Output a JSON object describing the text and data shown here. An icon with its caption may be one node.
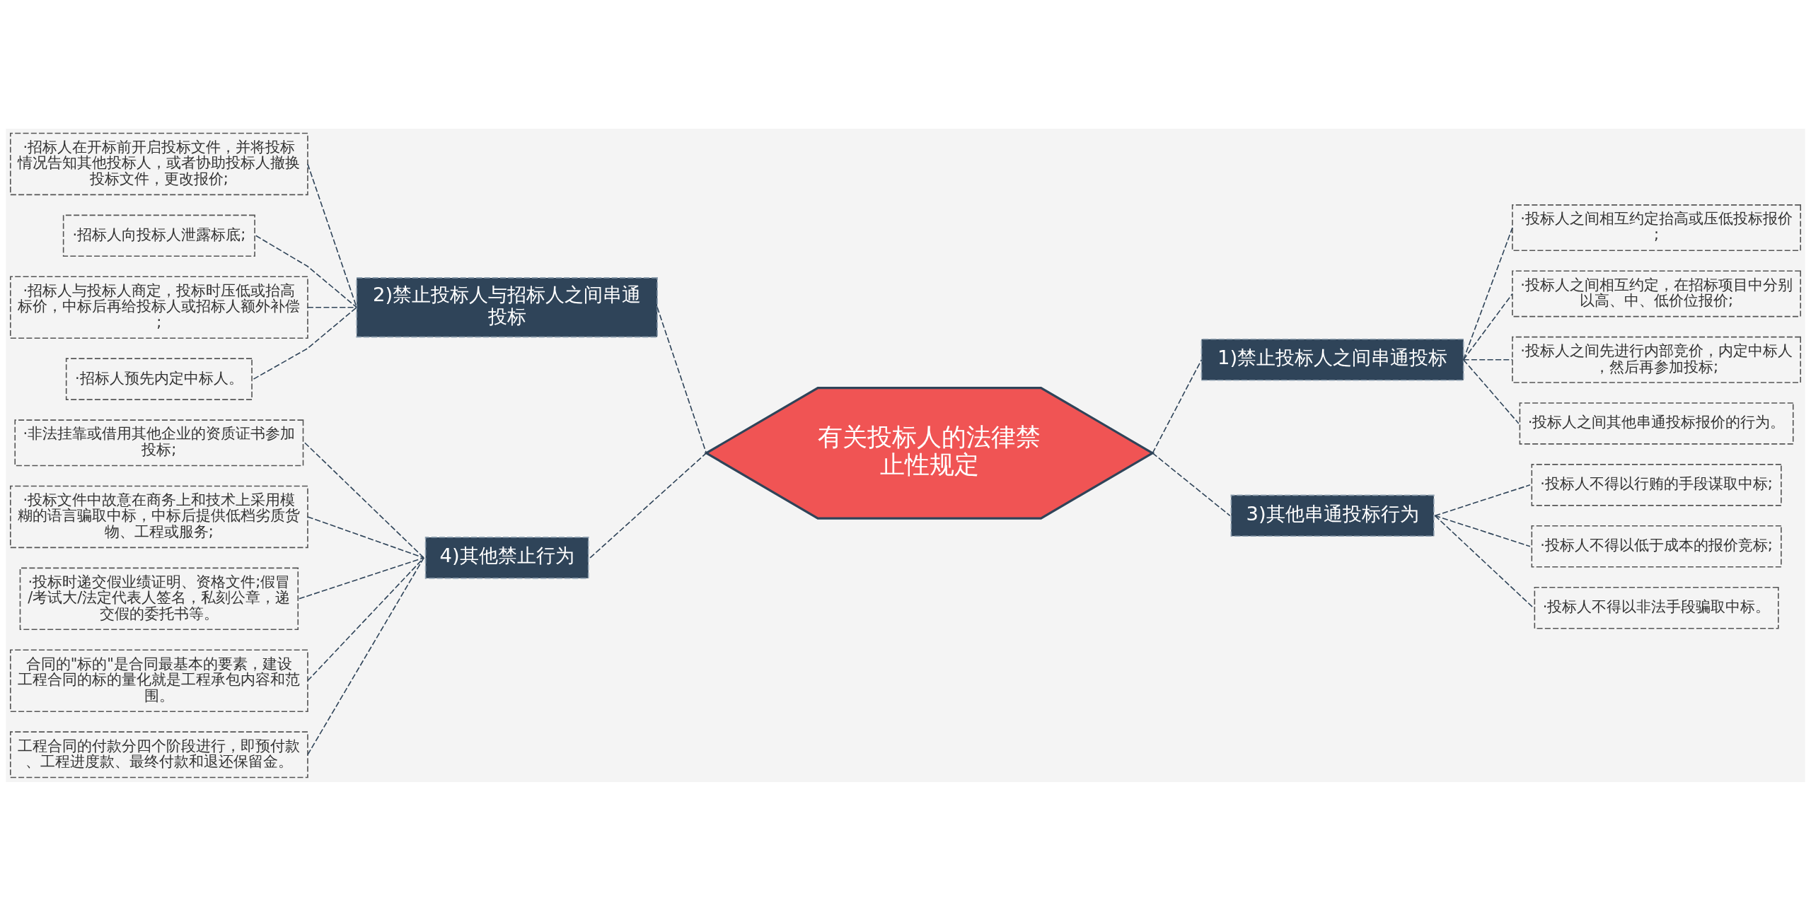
{
  "diagram": {
    "nodes": [
      {
        "text": [
          "有关投标人的法律禁止性规定"
        ]
      },
      {
        "text": [
          "1)禁止投标人之间串通投标"
        ]
      },
      {
        "text": [
          "·投标人之间相互约定抬高或压低投标报价;"
        ]
      },
      {
        "text": [
          "·投标人之间相互约定，在招标项目中分别以高、中、低价位报价;"
        ]
      },
      {
        "text": [
          "·投标人之间先进行内部竞价，内定中标人，然后再参加投标;"
        ]
      },
      {
        "text": [
          "·投标人之间其他串通投标报价的行为。"
        ]
      },
      {
        "text": [
          "3)其他串通投标行为"
        ]
      },
      {
        "text": [
          "·投标人不得以行贿的手段谋取中标;"
        ]
      },
      {
        "text": [
          "·投标人不得以低于成本的报价竞标;"
        ]
      },
      {
        "text": [
          "·投标人不得以非法手段骗取中标。"
        ]
      },
      {
        "text": [
          "2)禁止投标人与招标人之间串通投标"
        ]
      },
      {
        "text": [
          "·招标人在开标前开启投标文件，并将投标情况告知其他投标人，或者协助投标人撤换投标文件，更改报价;"
        ]
      },
      {
        "text": [
          "·招标人向投标人泄露标底;"
        ]
      },
      {
        "text": [
          "·招标人与投标人商定，投标时压低或抬高标价，中标后再给投标人或招标人额外补偿;"
        ]
      },
      {
        "text": [
          "·招标人预先内定中标人。"
        ]
      },
      {
        "text": [
          "4)其他禁止行为"
        ]
      },
      {
        "text": [
          "·非法挂靠或借用其他企业的资质证书参加投标;"
        ]
      },
      {
        "text": [
          "·投标文件中故意在商务上和技术上采用模糊的语言骗取中标，中标后提供低档劣质货物、工程或服务;"
        ]
      },
      {
        "text": [
          "·投标时递交假业绩证明、资格文件;假冒/考试大/法定代表人签名，私刻公章，递交假的委托书等。"
        ]
      },
      {
        "text": [
          "合同的\"标的\"是合同最基本的要素，建设工程合同的标的量化就是工程承包内容和范围。"
        ]
      },
      {
        "text": [
          "工程合同的付款分四个阶段进行，即预付款、工程进度款、最终付款和退还保留金。"
        ]
      }
    ],
    "edges": [
      {
        "from": 0,
        "to": 1,
        "arrow": "none",
        "style": "dashed"
      },
      {
        "from": 1,
        "to": 2,
        "arrow": "none",
        "style": "dashed"
      },
      {
        "from": 1,
        "to": 3,
        "arrow": "none",
        "style": "dashed"
      },
      {
        "from": 1,
        "to": 4,
        "arrow": "none",
        "style": "dashed"
      },
      {
        "from": 1,
        "to": 5,
        "arrow": "none",
        "style": "dashed"
      },
      {
        "from": 0,
        "to": 6,
        "arrow": "none",
        "style": "dashed"
      },
      {
        "from": 6,
        "to": 7,
        "arrow": "none",
        "style": "dashed"
      },
      {
        "from": 6,
        "to": 8,
        "arrow": "none",
        "style": "dashed"
      },
      {
        "from": 6,
        "to": 9,
        "arrow": "none",
        "style": "dashed"
      },
      {
        "from": 0,
        "to": 10,
        "arrow": "none",
        "style": "dashed"
      },
      {
        "from": 10,
        "to": 11,
        "arrow": "none",
        "style": "dashed"
      },
      {
        "from": 10,
        "to": 12,
        "arrow": "none",
        "style": "dashed"
      },
      {
        "from": 10,
        "to": 13,
        "arrow": "none",
        "style": "dashed"
      },
      {
        "from": 10,
        "to": 14,
        "arrow": "none",
        "style": "dashed"
      },
      {
        "from": 0,
        "to": 15,
        "arrow": "none",
        "style": "dashed"
      },
      {
        "from": 15,
        "to": 16,
        "arrow": "none",
        "style": "dashed"
      },
      {
        "from": 15,
        "to": 17,
        "arrow": "none",
        "style": "dashed"
      },
      {
        "from": 15,
        "to": 18,
        "arrow": "none",
        "style": "dashed"
      },
      {
        "from": 15,
        "to": 19,
        "arrow": "none",
        "style": "dashed"
      },
      {
        "from": 15,
        "to": 20,
        "arrow": "none",
        "style": "dashed"
      }
    ]
  }
}
